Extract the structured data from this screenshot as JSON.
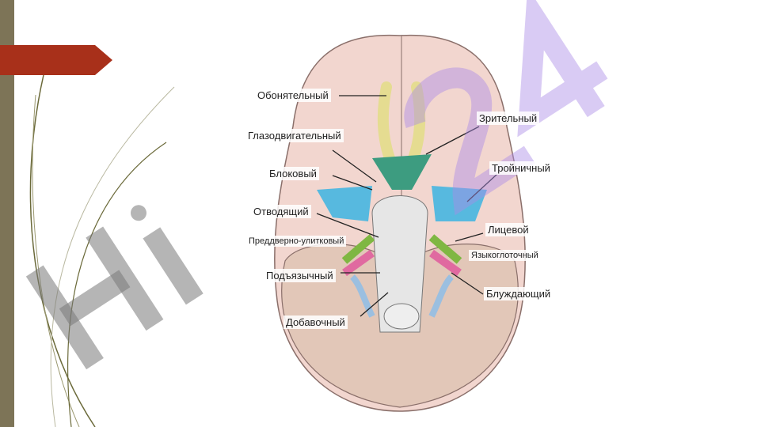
{
  "watermark": {
    "left": "Hi",
    "right": "24"
  },
  "colors": {
    "sidebar": "#7d7457",
    "banner": "#a8301a",
    "brain": "#f2d6cf",
    "cerebellum": "#e2c7b8",
    "nerve_blue": "#57b9df",
    "nerve_teal": "#3d9c80",
    "nerve_yellow": "#e5dc91"
  },
  "labels": {
    "olfactory": "Обонятельный",
    "optic": "Зрительный",
    "oculomotor": "Глазодвигательный",
    "trigeminal": "Тройничный",
    "trochlear": "Блоковый",
    "abducens": "Отводящий",
    "facial": "Лицевой",
    "vestibulocochlear": "Преддверно-улитковый",
    "glossopharyngeal": "Языкоглоточный",
    "hypoglossal": "Подъязычный",
    "vagus": "Блуждающий",
    "accessory": "Добавочный"
  }
}
